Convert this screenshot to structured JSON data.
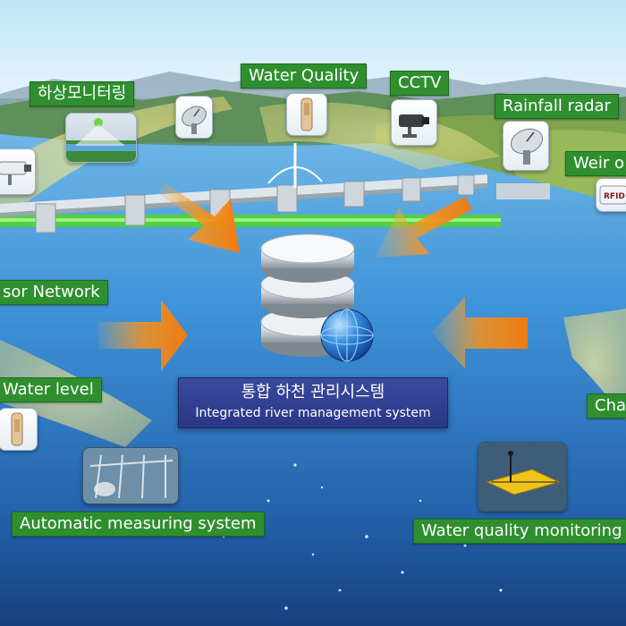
{
  "diagram": {
    "center": {
      "title_ko": "통합 하천 관리시스템",
      "title_en": "Integrated river management system",
      "icon": "database-globe-icon"
    },
    "nodes": [
      {
        "key": "river_monitoring",
        "label": "하상모니터링",
        "icon": "river-monitoring-icon"
      },
      {
        "key": "satellite",
        "label": "",
        "icon": "satellite-dish-icon"
      },
      {
        "key": "water_quality",
        "label": "Water Quality",
        "icon": "water-quality-sensor-icon"
      },
      {
        "key": "cctv",
        "label": "CCTV",
        "icon": "cctv-camera-icon"
      },
      {
        "key": "rainfall_radar",
        "label": "Rainfall radar",
        "icon": "radar-dish-icon"
      },
      {
        "key": "weir",
        "label": "Weir o",
        "icon": "rfid-tag-icon"
      },
      {
        "key": "sensor_network",
        "label": "sor Network",
        "icon": "cctv-camera-icon"
      },
      {
        "key": "water_level",
        "label": "Water level",
        "icon": "water-level-gauge-icon"
      },
      {
        "key": "automatic_measuring",
        "label": "Automatic  measuring system",
        "icon": "measuring-station-icon"
      },
      {
        "key": "water_quality_monitoring",
        "label": "Water quality monitoring",
        "icon": "buoy-monitoring-icon"
      },
      {
        "key": "channel",
        "label": "Cha",
        "icon": ""
      }
    ],
    "rfid_text": "RFID",
    "colors": {
      "label_green": "#2f8f2f",
      "arrow_orange": "#f28a1a",
      "caption_blue": "#2b3685",
      "beam_yellow": "#e9e08a"
    }
  }
}
